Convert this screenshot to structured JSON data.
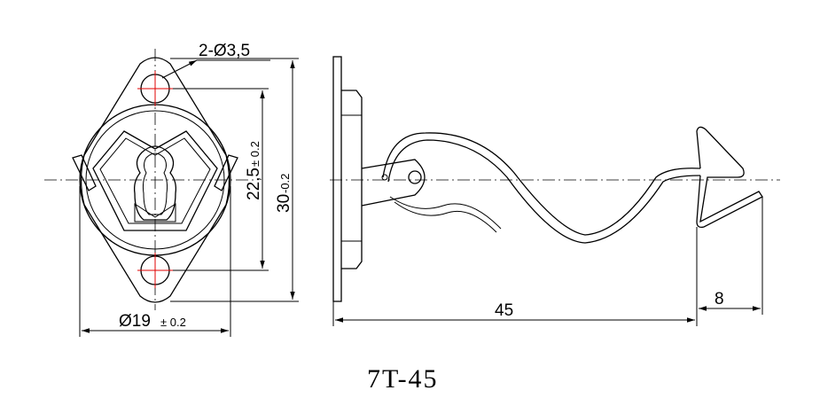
{
  "drawing": {
    "model": "7T-45",
    "dimensions": {
      "holes": "2-Ø3,5",
      "hole_spacing_value": "22,5",
      "hole_spacing_tol": "± 0.2",
      "height_value": "30",
      "height_tol": "-0.2",
      "diameter_value": "Ø19",
      "diameter_tol": "± 0.2",
      "length": "45",
      "tip": "8"
    }
  }
}
